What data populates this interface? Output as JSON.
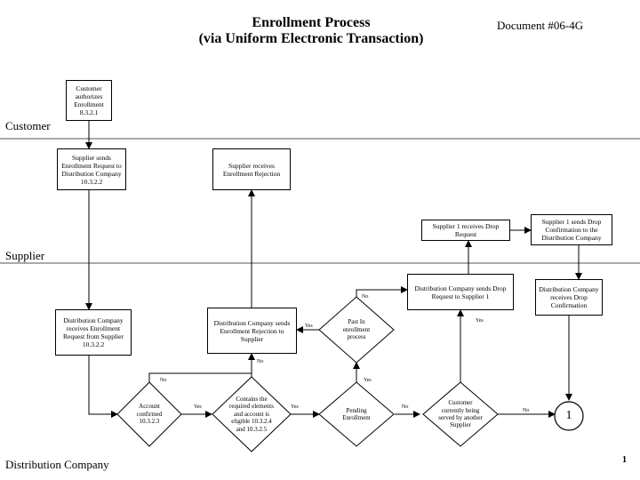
{
  "header": {
    "title_line1": "Enrollment Process",
    "title_line2": "(via Uniform Electronic Transaction)",
    "document_number": "Document #06-4G",
    "page_number": "1"
  },
  "lanes": {
    "customer": "Customer",
    "supplier": "Supplier",
    "distribution": "Distribution Company"
  },
  "nodes": {
    "customer_authorizes": "Customer authorizes Enrollment 8.3.2.1",
    "supplier_sends_request": "Supplier sends Enrollment Request to Distribution Company 10.3.2.2",
    "supplier_receives_rejection": "Supplier receives Enrollment Rejection",
    "supplier1_receives_drop": "Supplier 1 receives Drop Request",
    "supplier1_sends_drop_confirmation": "Supplier 1 sends Drop Confirmation to the Distribution Company",
    "dc_sends_drop_request": "Distribution Company sends Drop Request to Supplier 1",
    "dc_receives_drop_confirmation": "Distribution Company receives Drop Confirmation",
    "dc_receives_request": "Distribution Company receives Enrollment Request from Supplier 10.3.2.2",
    "dc_sends_rejection": "Distribution Company sends Enrollment Rejection to Supplier",
    "past_in_enrollment": "Past In enrollment process",
    "account_confirmed": "Account confirmed 10.3.2.3",
    "contains_required": "Contains the required elements and account is eligible 10.3.2.4 and 10.3.2.5",
    "pending_enrollment": "Pending Enrollment",
    "currently_served": "Customer currently being served by another Supplier",
    "connector_1": "1"
  },
  "edge_labels": {
    "yes": "Yes",
    "no": "No"
  },
  "colors": {
    "line": "#000000",
    "lane_divider": "#555555",
    "background": "#ffffff"
  }
}
